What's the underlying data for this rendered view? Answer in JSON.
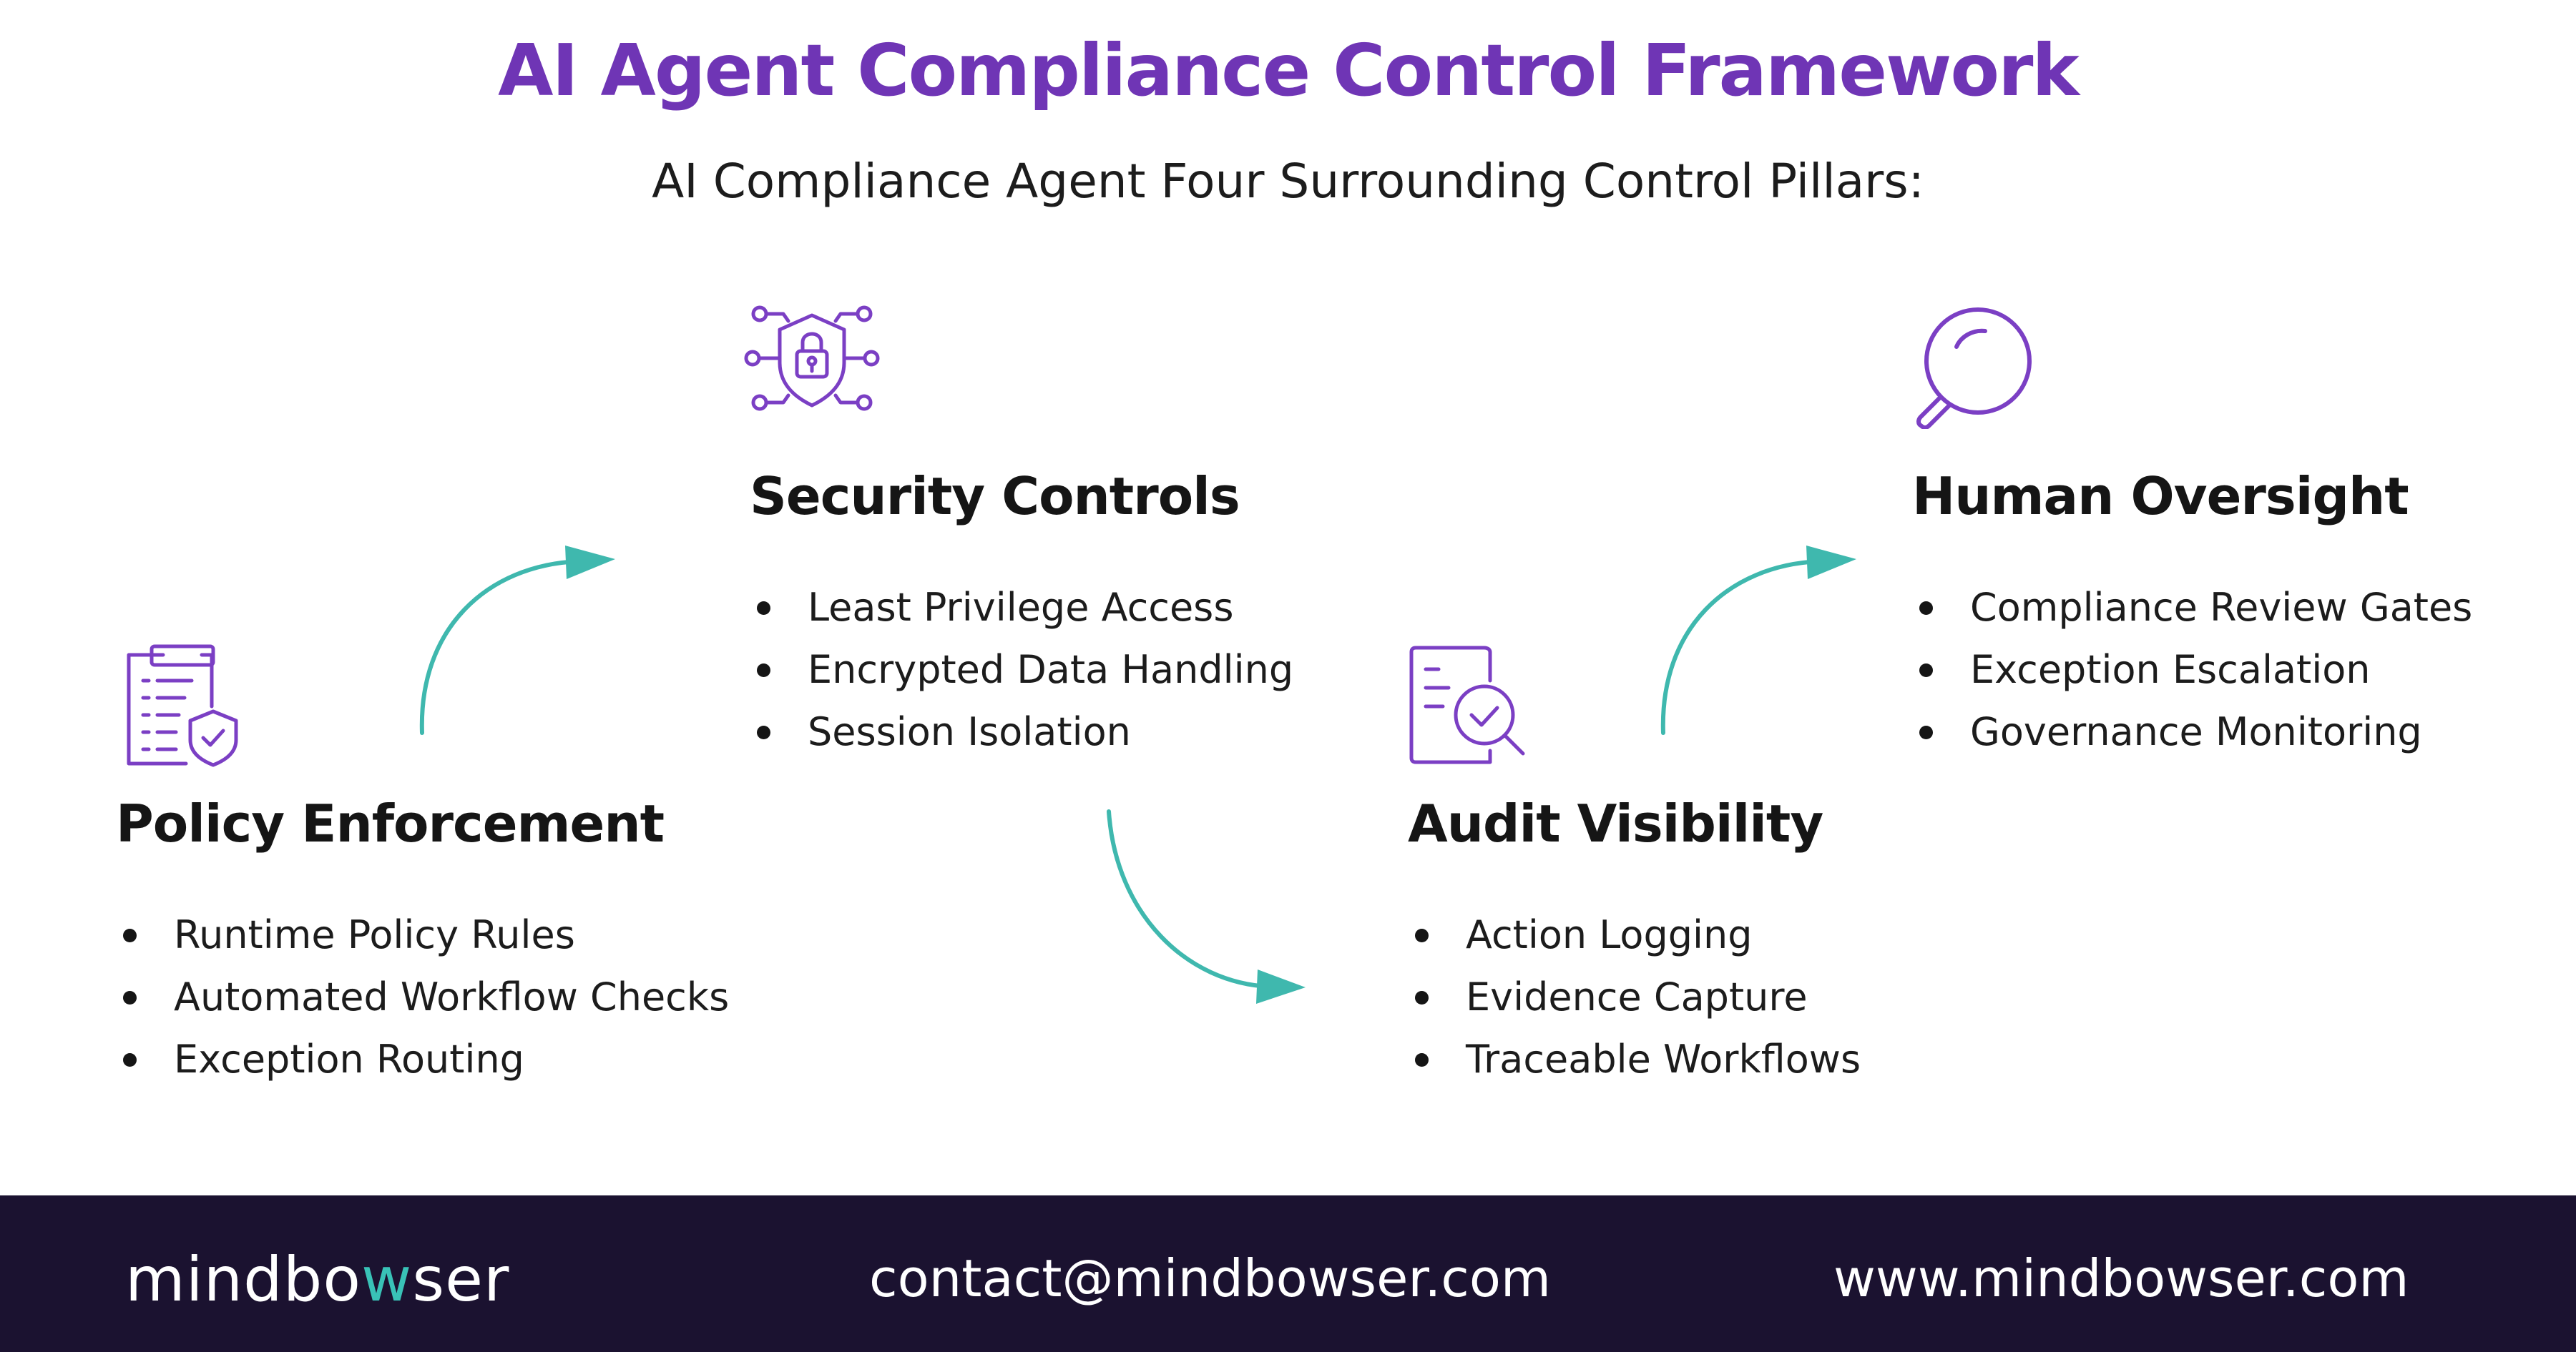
{
  "header": {
    "title": "AI Agent Compliance Control Framework",
    "subtitle": "AI Compliance Agent Four Surrounding Control Pillars:"
  },
  "pillars": [
    {
      "icon": "clipboard-shield-icon",
      "title": "Policy Enforcement",
      "items": [
        "Runtime Policy Rules",
        "Automated Workflow Checks",
        "Exception Routing"
      ]
    },
    {
      "icon": "shield-lock-circuit-icon",
      "title": "Security Controls",
      "items": [
        "Least Privilege Access",
        "Encrypted Data Handling",
        "Session Isolation"
      ]
    },
    {
      "icon": "document-search-check-icon",
      "title": "Audit Visibility",
      "items": [
        "Action Logging",
        "Evidence Capture",
        "Traceable Workflows"
      ]
    },
    {
      "icon": "magnifier-icon",
      "title": "Human Oversight",
      "items": [
        "Compliance Review Gates",
        "Exception Escalation",
        "Governance Monitoring"
      ]
    }
  ],
  "footer": {
    "brand_prefix": "mindbo",
    "brand_accent": "w",
    "brand_suffix": "ser",
    "email": "contact@mindbowser.com",
    "website": "www.mindbowser.com"
  },
  "colors": {
    "title": "#6f35b5",
    "icon": "#7b3fc4",
    "arrow": "#3fb8ae",
    "footer_bg": "#1b1230",
    "brand_accent": "#39c2b7"
  }
}
